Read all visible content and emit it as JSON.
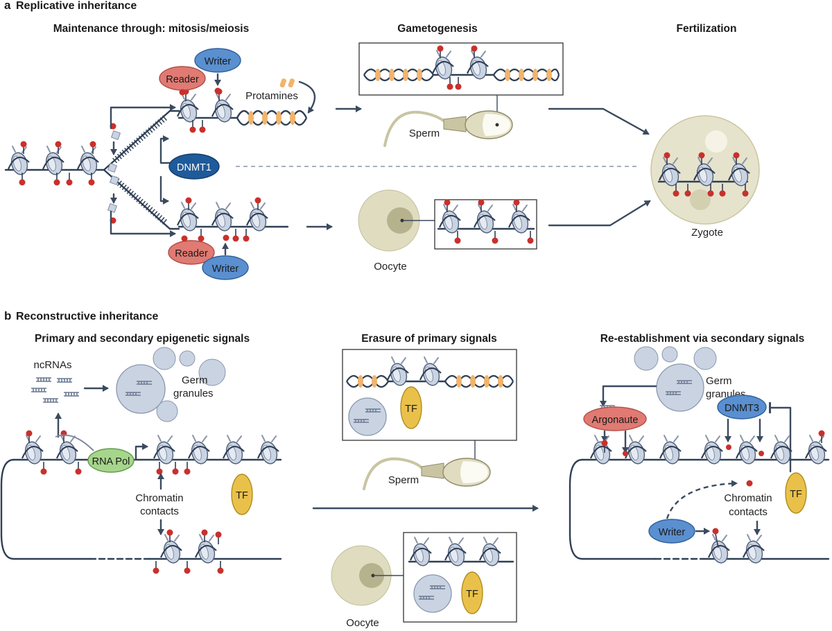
{
  "panel_a": {
    "letter": "a",
    "title": "Replicative inheritance",
    "headers": {
      "maintenance": "Maintenance through: mitosis/meiosis",
      "gametogenesis": "Gametogenesis",
      "fertilization": "Fertilization"
    },
    "labels": {
      "writer_top": "Writer",
      "reader_top": "Reader",
      "protamines": "Protamines",
      "dnmt1": "DNMT1",
      "reader_bottom": "Reader",
      "writer_bottom": "Writer",
      "sperm": "Sperm",
      "oocyte": "Oocyte",
      "zygote": "Zygote"
    }
  },
  "panel_b": {
    "letter": "b",
    "title": "Reconstructive inheritance",
    "headers": {
      "primary_secondary": "Primary and secondary epigenetic signals",
      "erasure": "Erasure of primary signals",
      "reestablishment": "Re-establishment via secondary signals"
    },
    "labels": {
      "ncrnas": "ncRNAs",
      "germ_granules_line1": "Germ",
      "germ_granules_line2": "granules",
      "rna_pol": "RNA Pol",
      "chromatin_line1": "Chromatin",
      "chromatin_line2": "contacts",
      "tf": "TF",
      "sperm": "Sperm",
      "oocyte": "Oocyte",
      "argonaute": "Argonaute",
      "dnmt3": "DNMT3",
      "writer": "Writer"
    }
  },
  "colors": {
    "dna": "#2f3f55",
    "nucleosome": "#c9d3e2",
    "methyl_mark": "#c9302c",
    "reader": "#e07a72",
    "writer": "#5a8fd0",
    "dnmt": "#1f5a9a",
    "rna_pol": "#a6d58c",
    "tf": "#e9c14a",
    "protamine": "#f1b46c",
    "cell": "#dfdcc0"
  }
}
